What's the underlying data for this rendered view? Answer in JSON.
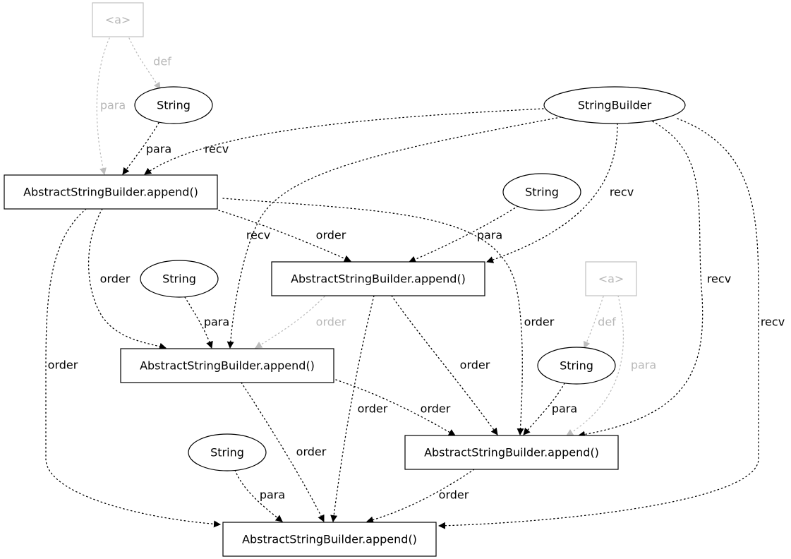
{
  "nodes": [
    {
      "id": "a1",
      "shape": "rect",
      "label": "<a>",
      "ghost": true
    },
    {
      "id": "s1",
      "shape": "ellipse",
      "label": "String"
    },
    {
      "id": "sb",
      "shape": "ellipse",
      "label": "StringBuilder"
    },
    {
      "id": "asb1",
      "shape": "rect",
      "label": "AbstractStringBuilder.append()"
    },
    {
      "id": "s2",
      "shape": "ellipse",
      "label": "String"
    },
    {
      "id": "asb2",
      "shape": "rect",
      "label": "AbstractStringBuilder.append()"
    },
    {
      "id": "s3",
      "shape": "ellipse",
      "label": "String"
    },
    {
      "id": "a2",
      "shape": "rect",
      "label": "<a>",
      "ghost": true
    },
    {
      "id": "asb3",
      "shape": "rect",
      "label": "AbstractStringBuilder.append()"
    },
    {
      "id": "s4",
      "shape": "ellipse",
      "label": "String"
    },
    {
      "id": "asb4",
      "shape": "rect",
      "label": "AbstractStringBuilder.append()"
    },
    {
      "id": "s5",
      "shape": "ellipse",
      "label": "String"
    },
    {
      "id": "asb5",
      "shape": "rect",
      "label": "AbstractStringBuilder.append()"
    }
  ],
  "edges": [
    {
      "from": "a1",
      "to": "s1",
      "label": "def",
      "ghost": true
    },
    {
      "from": "a1",
      "to": "asb1",
      "label": "para",
      "ghost": true
    },
    {
      "from": "s1",
      "to": "asb1",
      "label": "para"
    },
    {
      "from": "sb",
      "to": "asb1",
      "label": "recv"
    },
    {
      "from": "sb",
      "to": "asb3",
      "label": "recv"
    },
    {
      "from": "sb",
      "to": "asb2",
      "label": "recv"
    },
    {
      "from": "sb",
      "to": "asb4",
      "label": "recv"
    },
    {
      "from": "sb",
      "to": "asb5",
      "label": "recv"
    },
    {
      "from": "asb1",
      "to": "asb2",
      "label": "order"
    },
    {
      "from": "asb1",
      "to": "asb3",
      "label": "order"
    },
    {
      "from": "asb1",
      "to": "asb4",
      "label": "order"
    },
    {
      "from": "asb1",
      "to": "asb5",
      "label": "order"
    },
    {
      "from": "s2",
      "to": "asb2",
      "label": "para"
    },
    {
      "from": "s3",
      "to": "asb3",
      "label": "para"
    },
    {
      "from": "asb2",
      "to": "asb3",
      "label": "order",
      "ghost": true
    },
    {
      "from": "asb2",
      "to": "asb4",
      "label": "order"
    },
    {
      "from": "asb2",
      "to": "asb5",
      "label": "order"
    },
    {
      "from": "a2",
      "to": "s4",
      "label": "def",
      "ghost": true
    },
    {
      "from": "a2",
      "to": "asb4",
      "label": "para",
      "ghost": true
    },
    {
      "from": "s4",
      "to": "asb4",
      "label": "para"
    },
    {
      "from": "asb3",
      "to": "asb4",
      "label": "order"
    },
    {
      "from": "asb3",
      "to": "asb5",
      "label": "order"
    },
    {
      "from": "s5",
      "to": "asb5",
      "label": "para"
    },
    {
      "from": "asb4",
      "to": "asb5",
      "label": "order"
    }
  ]
}
